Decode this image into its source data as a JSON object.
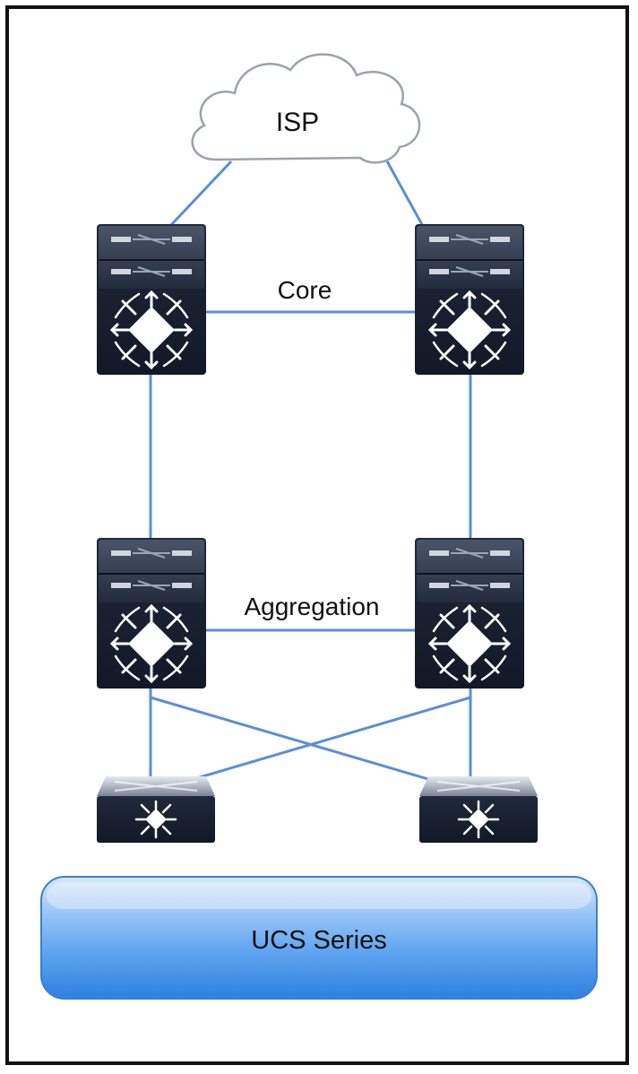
{
  "labels": {
    "isp": "ISP",
    "core": "Core",
    "aggregation": "Aggregation",
    "ucs": "UCS Series"
  },
  "colors": {
    "link": "#5b8fd6",
    "device_dark": "#1c2434",
    "device_top": "#2f3a4d",
    "ucs_top": "#c5ddf8",
    "ucs_bottom": "#3d8de8",
    "frame": "#111111"
  },
  "icons": {
    "cloud": "cloud-icon",
    "multilayer_switch": "multilayer-switch-icon",
    "access_switch": "access-switch-icon"
  }
}
